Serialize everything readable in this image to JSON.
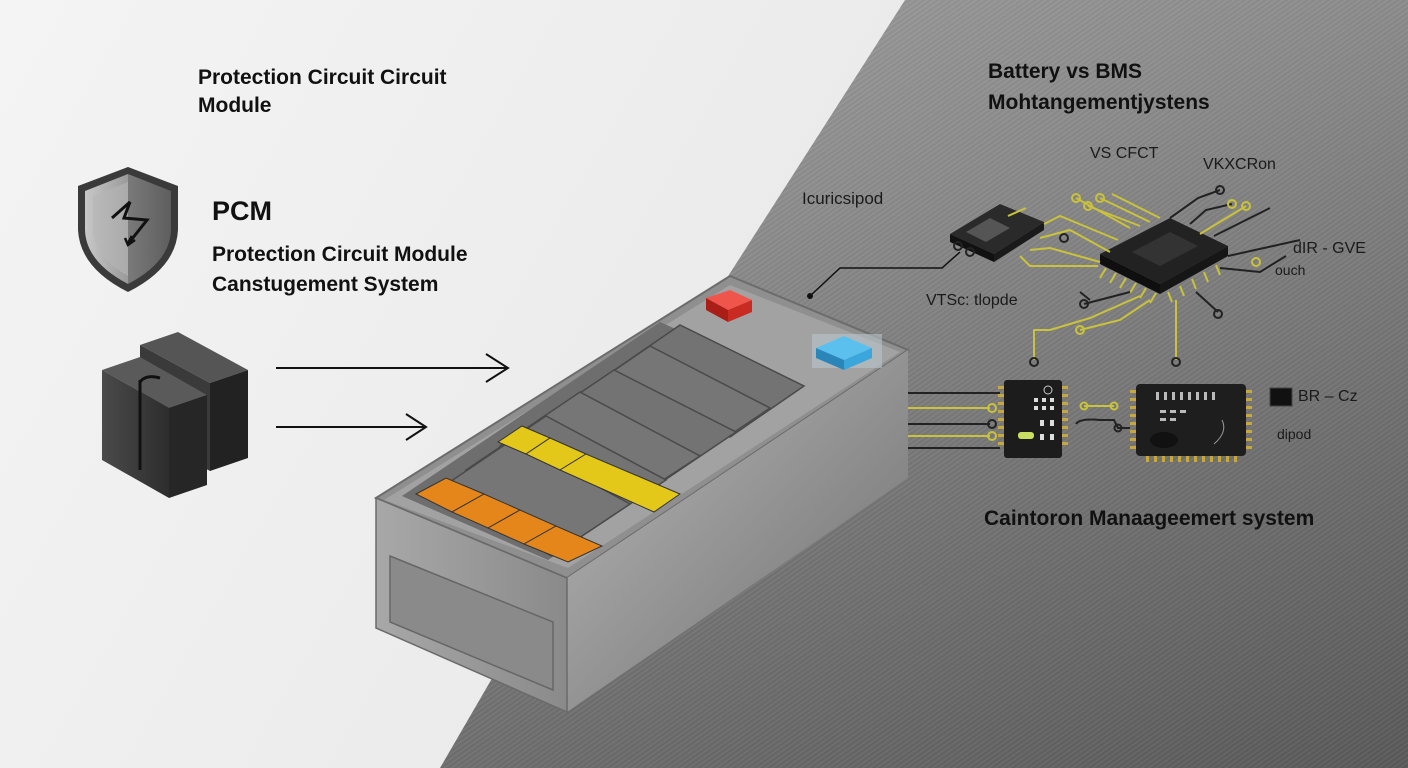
{
  "header": {
    "title_line1": "Protection Circuit Circuit",
    "title_line2": "Module"
  },
  "pcm": {
    "icon": "shield-lightning-icon",
    "abbreviation": "PCM",
    "line1": "Protection Circuit Module",
    "line2": "Canstugement System"
  },
  "bms": {
    "title_line1": "Battery vs BMS",
    "title_line2": "Mohtangementjystens",
    "labels": {
      "circuit_pod": "Icuricsipod",
      "vs_cfct": "VS CFCT",
      "vkxcron": "VKXCRon",
      "vts_tlopde": "VTSc: tlopde",
      "dir_gve": "dIR - GVE",
      "ouch": "ouch",
      "br_cz": "BR – Cz",
      "dipod": "dipod"
    },
    "bottom_title": "Caintoron Manaageemert  system"
  },
  "colors": {
    "red_button": "#d9322a",
    "blue_button": "#3aa6dc",
    "yellow_cell": "#e3c81a",
    "orange_cell": "#e5861a",
    "trace_gold": "#c9c23a",
    "chip_black": "#1c1c1c"
  },
  "icons": {
    "component": "magnet-block-icon",
    "arrows": "arrow-right-icon",
    "battery": "battery-pack-icon",
    "chips": "microchip-icon"
  }
}
